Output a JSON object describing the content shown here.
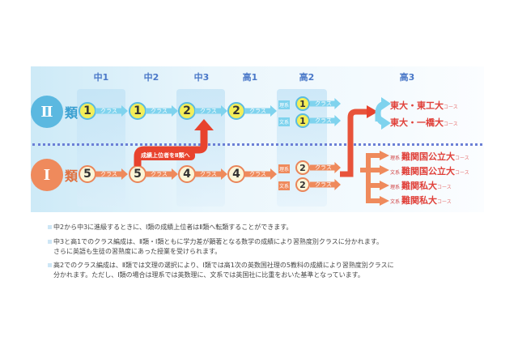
{
  "headers": [
    "中1",
    "中2",
    "中3",
    "高1",
    "高2",
    "高3"
  ],
  "types": {
    "type2": "Ⅱ",
    "type1": "Ⅰ",
    "suffix": "類"
  },
  "class_label": "クラス",
  "row2": [
    "1",
    "1",
    "2",
    "2"
  ],
  "row1": [
    "5",
    "5",
    "4",
    "4"
  ],
  "hs2": {
    "science": "理系",
    "humanities": "文系",
    "type2_counts": [
      "1",
      "1"
    ],
    "type1_counts": [
      "2",
      "2"
    ]
  },
  "promotion_label": "成績上位者をⅡ類へ",
  "dest_type2": [
    {
      "name": "東大・東工大",
      "course": "コース"
    },
    {
      "name": "東大・一橋大",
      "course": "コース"
    }
  ],
  "dest_type1": [
    {
      "track": "理系",
      "name": "難関国公立大",
      "course": "コース"
    },
    {
      "track": "文系",
      "name": "難関国公立大",
      "course": "コース"
    },
    {
      "track": "理系",
      "name": "難関私大",
      "course": "コース"
    },
    {
      "track": "文系",
      "name": "難関私大",
      "course": "コース"
    }
  ],
  "notes": [
    "中2から中3に進級するときに、Ⅰ類の成績上位者はⅡ類へ転類することができます。",
    "中3と高1でのクラス編成は、Ⅱ類・Ⅰ類ともに学力差が顕著となる数学の成績により習熟度別クラスに分かれます。",
    "さらに英語も生徒の習熟度にあった授業を受けられます。",
    "高2でのクラス編成は、Ⅱ類では文理の選択により、Ⅰ類では高1次の英数国社理の5教科の成績により習熟度別クラスに",
    "分かれます。ただし、Ⅰ類の場合は理系では英数理に、文系では英国社に比重をおいた基準となっています。"
  ],
  "colors": {
    "type2": "#5bb8e0",
    "type1": "#ef8a5c",
    "accent": "#e8432e"
  }
}
